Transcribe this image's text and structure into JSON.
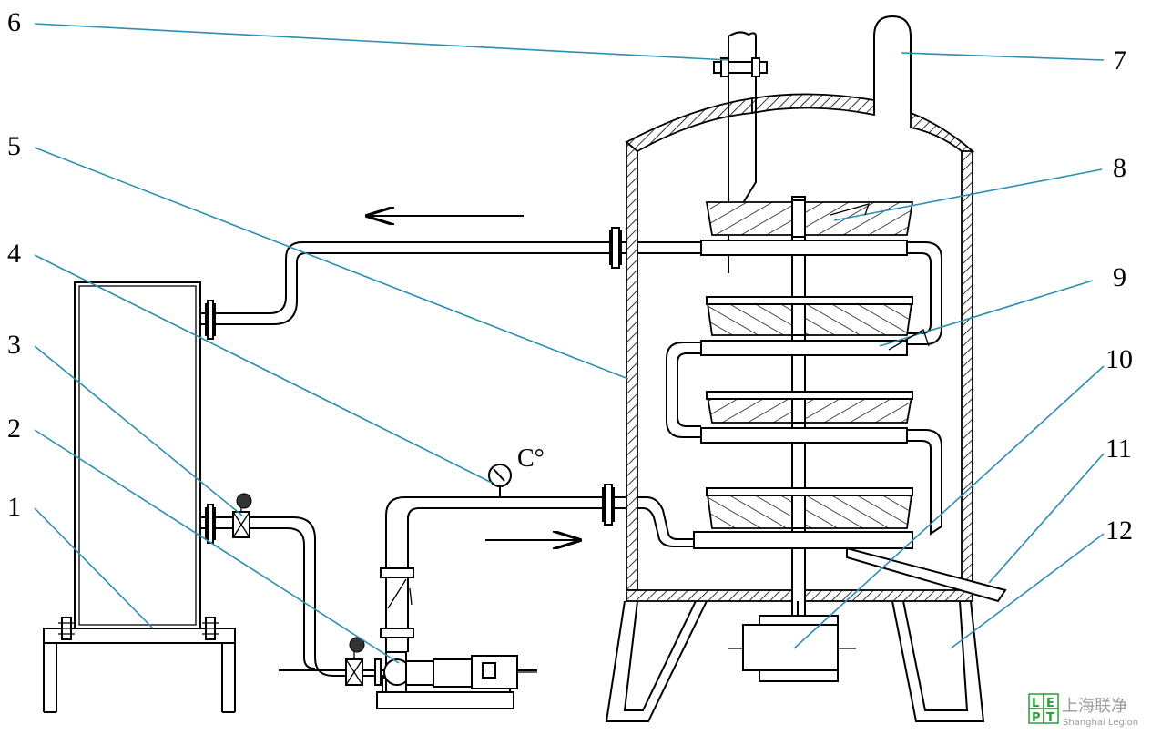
{
  "callouts": [
    {
      "id": "1",
      "label": "1"
    },
    {
      "id": "2",
      "label": "2"
    },
    {
      "id": "3",
      "label": "3"
    },
    {
      "id": "4",
      "label": "4"
    },
    {
      "id": "5",
      "label": "5"
    },
    {
      "id": "6",
      "label": "6"
    },
    {
      "id": "7",
      "label": "7"
    },
    {
      "id": "8",
      "label": "8"
    },
    {
      "id": "9",
      "label": "9"
    },
    {
      "id": "10",
      "label": "10"
    },
    {
      "id": "11",
      "label": "11"
    },
    {
      "id": "12",
      "label": "12"
    }
  ],
  "gauge": {
    "unit_label": "C°"
  },
  "watermark": {
    "logo_letters": [
      "L",
      "E",
      "P",
      "T"
    ],
    "name_cn": "上海联净",
    "name_en": "Shanghai Legion",
    "color": "#2e9a3f"
  },
  "colors": {
    "leader_line": "#2c8fb0",
    "drawing": "#000000"
  }
}
